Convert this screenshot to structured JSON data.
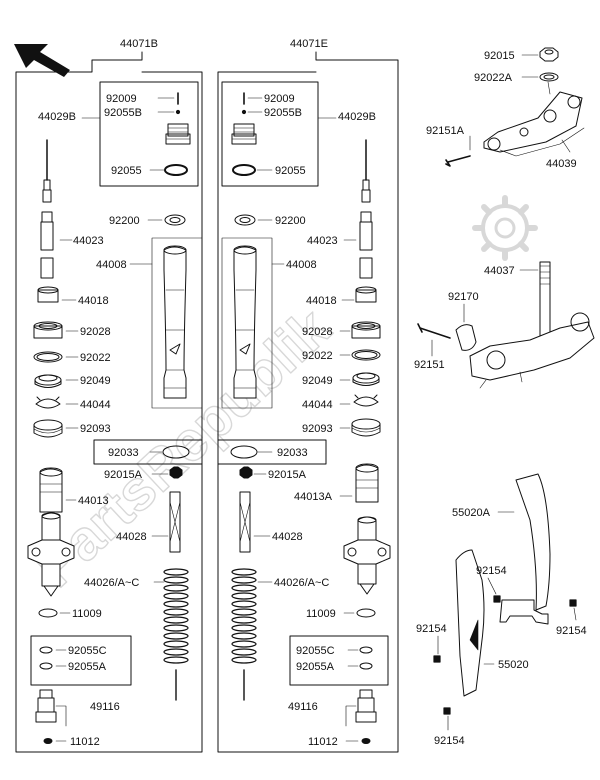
{
  "watermark": "PartsRepublik",
  "groups": {
    "left": "44071B",
    "right": "44071E"
  },
  "labels": {
    "L_92009": "92009",
    "L_92055B": "92055B",
    "L_44029B": "44029B",
    "L_92055": "92055",
    "L_92200": "92200",
    "L_44023": "44023",
    "L_44008": "44008",
    "L_44018": "44018",
    "L_92028": "92028",
    "L_92022": "92022",
    "L_92049": "92049",
    "L_44044": "44044",
    "L_92093": "92093",
    "L_92033": "92033",
    "L_92015A": "92015A",
    "L_44013": "44013",
    "L_44028": "44028",
    "L_44026": "44026/A~C",
    "L_11009": "11009",
    "L_92055C": "92055C",
    "L_92055A": "92055A",
    "L_49116": "49116",
    "L_11012": "11012",
    "R_92009": "92009",
    "R_92055B": "92055B",
    "R_44029B": "44029B",
    "R_92055": "92055",
    "R_92200": "92200",
    "R_44023": "44023",
    "R_44008": "44008",
    "R_44018": "44018",
    "R_92028": "92028",
    "R_92022": "92022",
    "R_92049": "92049",
    "R_44044": "44044",
    "R_92093": "92093",
    "R_92033": "92033",
    "R_92015A": "92015A",
    "R_44013A": "44013A",
    "R_44028": "44028",
    "R_44026": "44026/A~C",
    "R_11009": "11009",
    "R_92055C": "92055C",
    "R_92055A": "92055A",
    "R_49116": "49116",
    "R_11012": "11012",
    "C_92015": "92015",
    "C_92022A": "92022A",
    "C_92151A": "92151A",
    "C_44039": "44039",
    "C_44037": "44037",
    "C_92170": "92170",
    "C_92151": "92151",
    "C_55020A": "55020A",
    "C_92154a": "92154",
    "C_92154b": "92154",
    "C_92154c": "92154",
    "C_55020": "55020",
    "C_92154d": "92154"
  },
  "colors": {
    "line": "#111111",
    "watermark": "#d8d8d8"
  },
  "icons": {
    "direction": "front-direction-arrow-icon",
    "logo": "gear-logo-icon"
  }
}
